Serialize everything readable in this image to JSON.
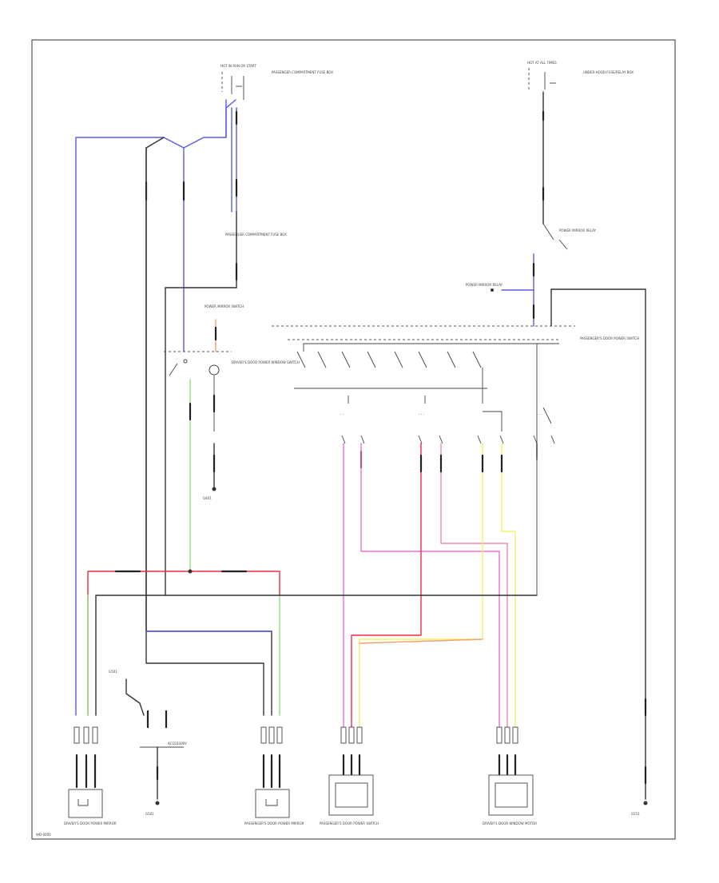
{
  "diagram": {
    "colors": {
      "blue": "#5a5ae6",
      "green": "#8ee07a",
      "red": "#ef2a4a",
      "pink": "#ef6fd8",
      "light_pink": "#f08ab0",
      "orange": "#f4a070",
      "yellow": "#f4f06a",
      "black": "#333333"
    },
    "labels": {
      "hot_top_left": "HOT IN RUN OR START",
      "fuse_top_left": "PASSENGER COMPARTMENT FUSE BOX",
      "hot_top_right": "HOT AT ALL TIMES",
      "fuse_top_right": "UNDER-HOOD FUSE/RELAY BOX",
      "power_mirror_relay": "POWER MIRROR RELAY",
      "driver_switch": "DRIVER'S DOOR POWER WINDOW SWITCH",
      "left_switch": "POWER MIRROR SWITCH",
      "ground_mid": "G401",
      "passenger_label": "POWER MIRROR SWITCH",
      "ground_lower": "G501",
      "interlock": "ACCESSORY",
      "driver_mirror": "DRIVER'S DOOR POWER MIRROR",
      "ground_bottom": "G501",
      "passenger_mirror": "PASSENGER'S DOOR POWER MIRROR",
      "pass_switch": "PASSENGER'S DOOR POWER SWITCH",
      "driver_window_motor": "DRIVER'S DOOR WINDOW MOTOR",
      "ground_right": "G551",
      "corner_code": "WD-0000"
    }
  }
}
